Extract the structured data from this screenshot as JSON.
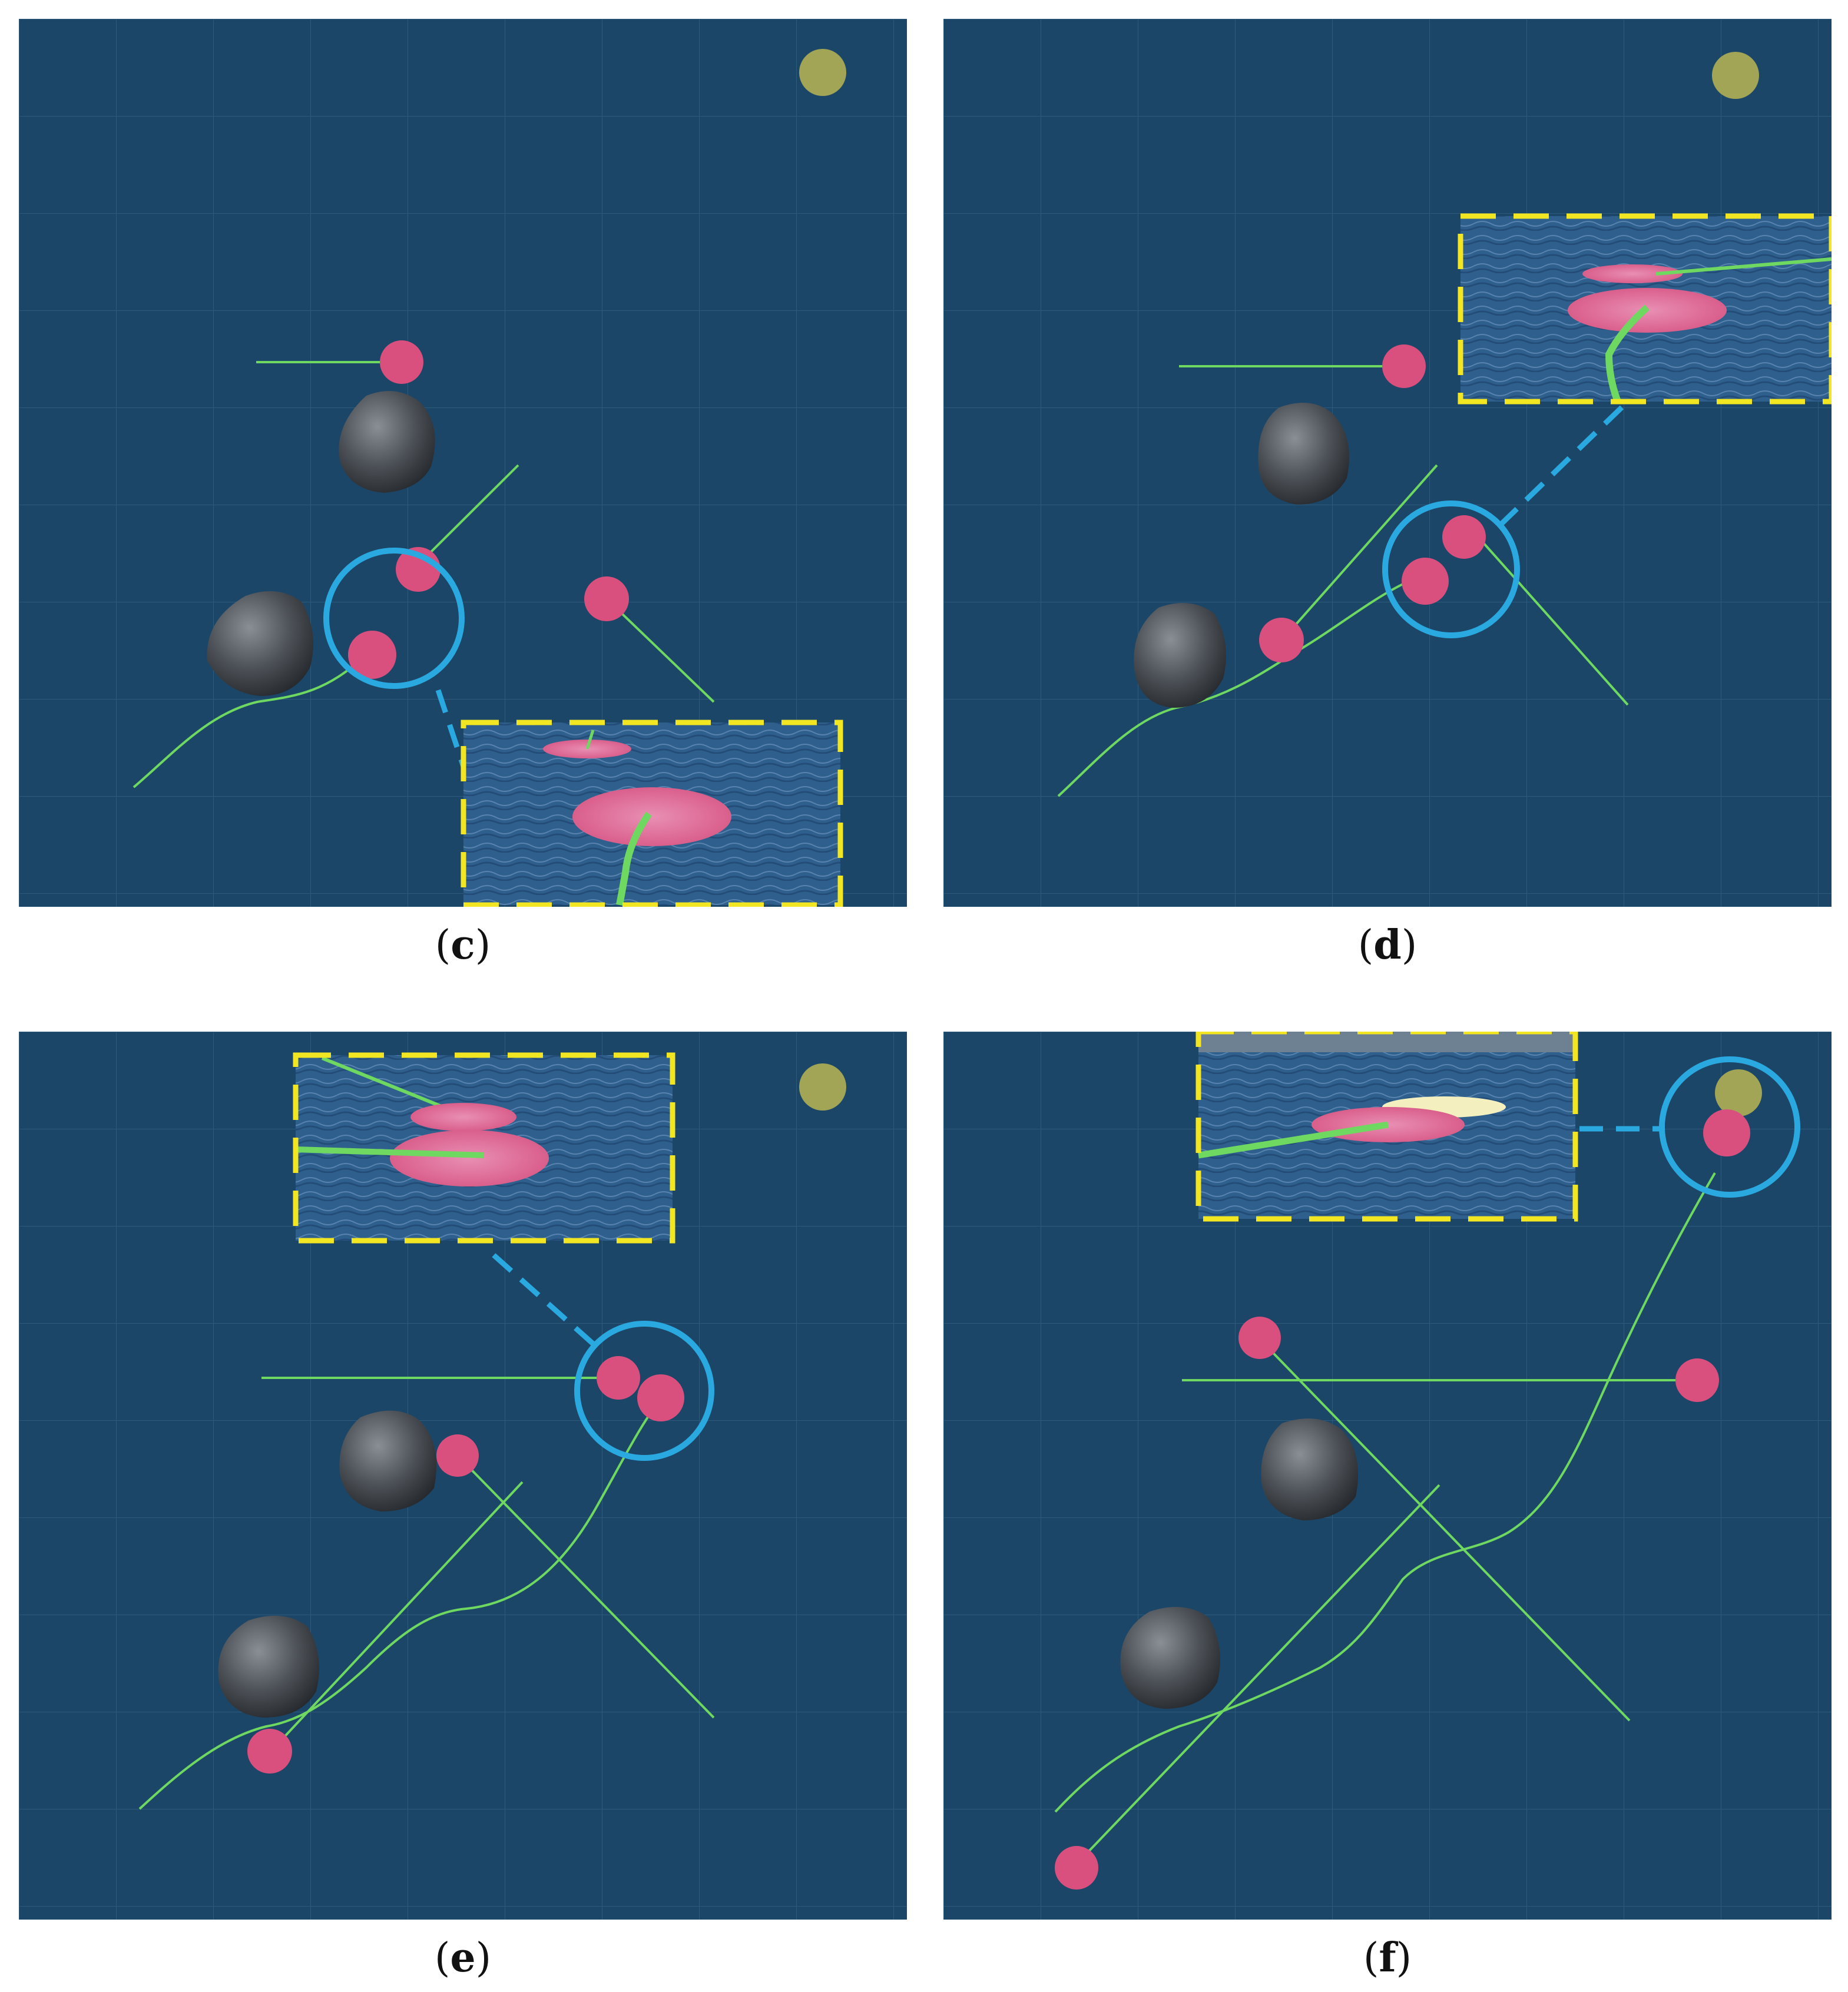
{
  "panels": [
    {
      "id": "c",
      "label": "c"
    },
    {
      "id": "d",
      "label": "d"
    },
    {
      "id": "e",
      "label": "e"
    },
    {
      "id": "f",
      "label": "f"
    }
  ],
  "colors": {
    "water": "#1c4668",
    "grid": "#3a6b8a",
    "path": "#6fd860",
    "agent": "#d94f7e",
    "goal": "#a2a555",
    "highlight_circle": "#2aa9e0",
    "inset_border": "#f2e623",
    "rock": "#555a60",
    "caption_text": "#111111"
  },
  "icons": {
    "obstacle": "rock-obstacle-icon",
    "goal": "goal-sphere-icon",
    "agent": "agent-disc-icon"
  }
}
